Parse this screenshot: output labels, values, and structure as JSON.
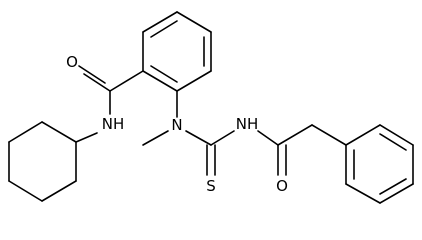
{
  "molecule": {
    "atoms": {
      "amide_oxygen": "O",
      "amide_nitrogen": "NH",
      "n_methyl_nitrogen": "N",
      "thioamide_nitrogen": "NH",
      "thione_sulfur": "S",
      "acyl_oxygen": "O"
    }
  },
  "colors": {
    "bond": "#000000",
    "label": "#000000",
    "background": "#ffffff"
  }
}
